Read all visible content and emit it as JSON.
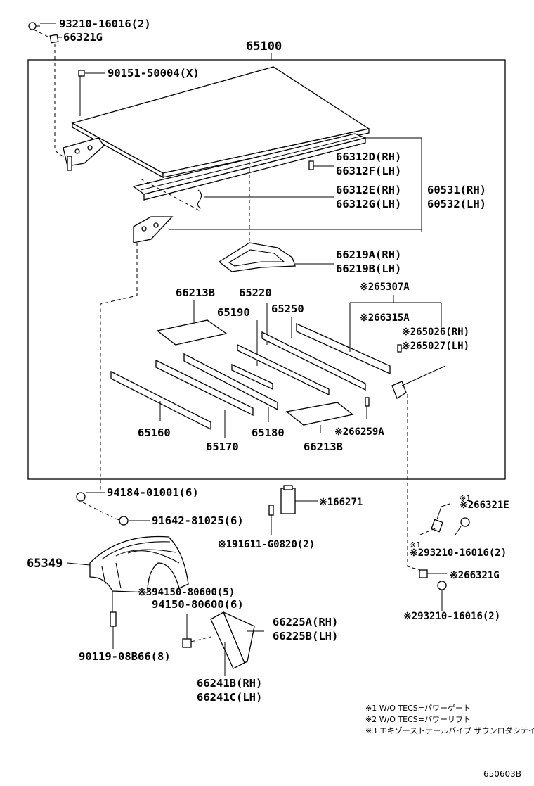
{
  "labels": {
    "p9321016016_top": "93210-16016(2)",
    "p66321G_top": "66321G",
    "p65100": "65100",
    "p9015150004": "90151-50004(X)",
    "p66312D": "66312D(RH)",
    "p66312F": "66312F(LH)",
    "p66312E": "66312E(RH)",
    "p66312G": "66312G(LH)",
    "p60531": "60531(RH)",
    "p60532": "60532(LH)",
    "p66219A": "66219A(RH)",
    "p66219B": "66219B(LH)",
    "p66213B_a": "66213B",
    "p65220": "65220",
    "p65190": "65190",
    "p65250": "65250",
    "p65307A": "※265307A",
    "p66315A": "※266315A",
    "p65026": "※265026(RH)",
    "p65027": "※265027(LH)",
    "p65160": "65160",
    "p65170": "65170",
    "p65180": "65180",
    "p66213B_b": "66213B",
    "p66259A": "※266259A",
    "p9418401001": "94184-01001(6)",
    "p9164281025": "91642-81025(6)",
    "p66271": "※166271",
    "p91611G0820": "※191611-G0820(2)",
    "p66321E_pre1": "※1",
    "p66321E": "※266321E",
    "p93210_mid_pre": "※1",
    "p93210_mid": "※293210-16016(2)",
    "p66321G_low": "※266321G",
    "p93210_low": "※293210-16016(2)",
    "p65349": "65349",
    "p9415080600_5": "※394150-80600(5)",
    "p9415080600_6": "94150-80600(6)",
    "p66225A": "66225A(RH)",
    "p66225B": "66225B(LH)",
    "p9011908B66": "90119-08B66(8)",
    "p66241B": "66241B(RH)",
    "p66241C": "66241C(LH)"
  },
  "notes": [
    "※1 W/O TECS=パワーゲート",
    "※2 W/O TECS=パワーリフト",
    "※3 エキゾーストテールパイプ ザウンロダシテイプ"
  ],
  "diagram_code": "650603B"
}
